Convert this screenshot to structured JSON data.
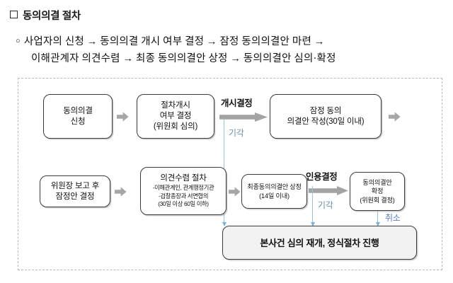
{
  "document": {
    "title": "동의의결 절차",
    "title_marker": "square-marker",
    "summary": {
      "bullet_marker": "○",
      "line1": "사업자의 신청 → 동의의결 개시 여부 결정 → 잠정 동의의결안 마련 →",
      "line2": "이해관계자 의견수렴 → 최종 동의의결안 상정 → 동의의결안 심의·확정"
    }
  },
  "diagram": {
    "type": "flowchart",
    "nodes": [
      {
        "id": "apply",
        "lines": [
          "동의의결",
          "신청"
        ]
      },
      {
        "id": "open",
        "lines": [
          "절차개시",
          "여부 결정",
          "(위원회 심의)"
        ]
      },
      {
        "id": "draft",
        "lines": [
          "잠정 동의",
          "의결안 작성(30일 이내)"
        ]
      },
      {
        "id": "chair",
        "lines": [
          "위원장 보고 후",
          "잠정안 결정"
        ]
      },
      {
        "id": "opinion",
        "title": "의견수렴 절차",
        "subs": [
          "-이해관계인, 관계행정기관",
          "-검찰총장과 서면협의",
          "(30일 이상 60일 이하)"
        ]
      },
      {
        "id": "final",
        "lines": [
          "최종동의의결안 상정",
          "(14일 이내)"
        ]
      },
      {
        "id": "confirm",
        "lines": [
          "동의의결안",
          "확정",
          "(위원회 결정)"
        ]
      },
      {
        "id": "restart",
        "lines": [
          "본사건 심의 재개, 정식절차 진행"
        ]
      }
    ],
    "edge_labels": {
      "open_decision": "개시결정",
      "accept_decision": "인용결정",
      "reject_1": "기각",
      "reject_2": "기각",
      "cancel": "취소"
    },
    "colors": {
      "node_border": "#3b3b3b",
      "arrow_grey": "#a3a3a3",
      "reject_blue": "#6b8fa8",
      "cancel_blue": "#5a7fbe",
      "connector_blue": "#9cc0dc",
      "restart_fill": "#f2f2f2",
      "frame_dash": "#b9b9b9"
    }
  }
}
